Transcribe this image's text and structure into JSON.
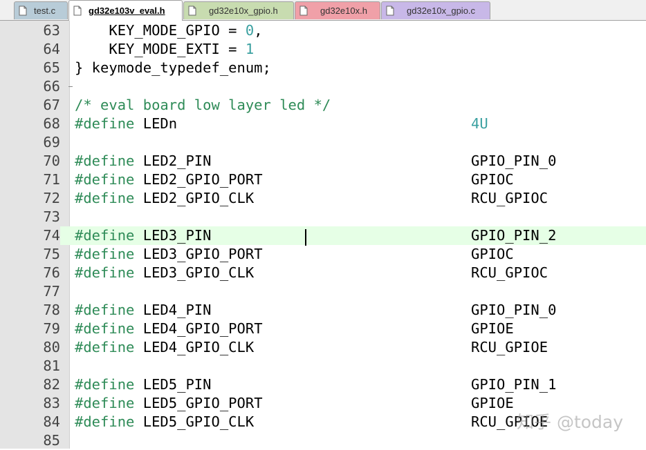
{
  "tabs": [
    {
      "label": "test.c",
      "color": "#b8ccd8",
      "active": false
    },
    {
      "label": "gd32e103v_eval.h",
      "color": "#ffffff",
      "active": true
    },
    {
      "label": "gd32e10x_gpio.h",
      "color": "#c8dcb0",
      "active": false
    },
    {
      "label": "gd32e10x.h",
      "color": "#f0a0a8",
      "active": false
    },
    {
      "label": "gd32e10x_gpio.c",
      "color": "#c8b8e8",
      "active": false
    }
  ],
  "editor": {
    "current_line": "74",
    "lines": [
      {
        "n": "63",
        "text": "    KEY_MODE_GPIO = ",
        "num": "0",
        "tail": ","
      },
      {
        "n": "64",
        "text": "    KEY_MODE_EXTI = ",
        "num": "1",
        "tail": ""
      },
      {
        "n": "65",
        "text": "} keymode_typedef_enum;"
      },
      {
        "n": "66",
        "text": ""
      },
      {
        "n": "67",
        "comment": "/* eval board low layer led */"
      },
      {
        "n": "68",
        "kw": "#define",
        "name": " LEDn",
        "val": "4U",
        "val_num": true
      },
      {
        "n": "69",
        "text": ""
      },
      {
        "n": "70",
        "kw": "#define",
        "name": " LED2_PIN",
        "val": "GPIO_PIN_0"
      },
      {
        "n": "71",
        "kw": "#define",
        "name": " LED2_GPIO_PORT",
        "val": "GPIOC"
      },
      {
        "n": "72",
        "kw": "#define",
        "name": " LED2_GPIO_CLK",
        "val": "RCU_GPIOC"
      },
      {
        "n": "73",
        "text": ""
      },
      {
        "n": "74",
        "kw": "#define",
        "name": " LED3_PIN",
        "val": "GPIO_PIN_2"
      },
      {
        "n": "75",
        "kw": "#define",
        "name": " LED3_GPIO_PORT",
        "val": "GPIOC"
      },
      {
        "n": "76",
        "kw": "#define",
        "name": " LED3_GPIO_CLK",
        "val": "RCU_GPIOC"
      },
      {
        "n": "77",
        "text": ""
      },
      {
        "n": "78",
        "kw": "#define",
        "name": " LED4_PIN",
        "val": "GPIO_PIN_0"
      },
      {
        "n": "79",
        "kw": "#define",
        "name": " LED4_GPIO_PORT",
        "val": "GPIOE"
      },
      {
        "n": "80",
        "kw": "#define",
        "name": " LED4_GPIO_CLK",
        "val": "RCU_GPIOE"
      },
      {
        "n": "81",
        "text": ""
      },
      {
        "n": "82",
        "kw": "#define",
        "name": " LED5_PIN",
        "val": "GPIO_PIN_1"
      },
      {
        "n": "83",
        "kw": "#define",
        "name": " LED5_GPIO_PORT",
        "val": "GPIOE"
      },
      {
        "n": "84",
        "kw": "#define",
        "name": " LED5_GPIO_CLK",
        "val": "RCU_GPIOE"
      },
      {
        "n": "85",
        "text": ""
      }
    ]
  },
  "watermark": "知乎 @today",
  "colors": {
    "keyword": "#2e8b57",
    "number": "#3aa0a0",
    "current_line_bg": "#e6ffe6"
  }
}
